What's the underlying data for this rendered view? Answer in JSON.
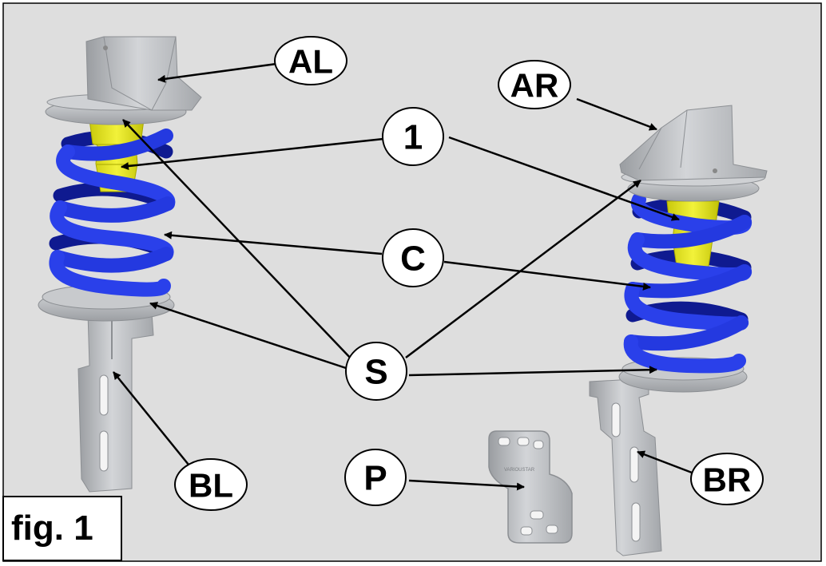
{
  "figure": {
    "caption": "fig. 1",
    "plate_marking": "VARIOUSTAR",
    "colors": {
      "background": "#dedede",
      "spring": "#1e2fd6",
      "bumpstop": "#e6e61e",
      "metal": "#b9bbbe",
      "frame": "#000000"
    }
  },
  "labels": {
    "AL": "AL",
    "AR": "AR",
    "one": "1",
    "C": "C",
    "S": "S",
    "BL": "BL",
    "BR": "BR",
    "P": "P"
  }
}
